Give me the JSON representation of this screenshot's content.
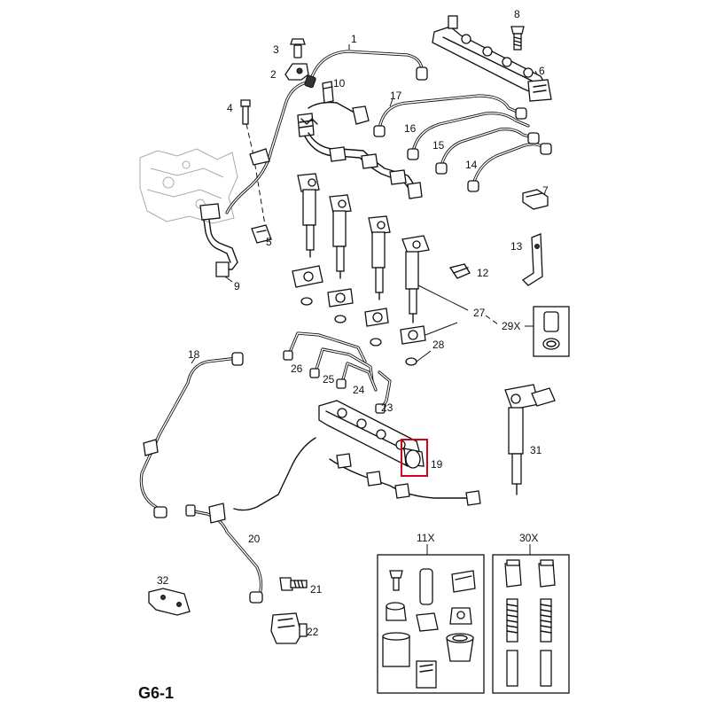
{
  "diagram": {
    "page_code": "G6-1",
    "highlight_color": "#d0021b",
    "callouts": {
      "c1": "1",
      "c2": "2",
      "c3": "3",
      "c4": "4",
      "c5": "5",
      "c6": "6",
      "c7": "7",
      "c8": "8",
      "c9": "9",
      "c10": "10",
      "c12": "12",
      "c13": "13",
      "c14": "14",
      "c15": "15",
      "c16": "16",
      "c17": "17",
      "c18": "18",
      "c19": "19",
      "c20": "20",
      "c21": "21",
      "c22": "22",
      "c23": "23",
      "c24": "24",
      "c25": "25",
      "c26": "26",
      "c27": "27",
      "c28": "28",
      "c29x": "29X",
      "c30x": "30X",
      "c31": "31",
      "c32": "32",
      "c11x": "11X"
    }
  }
}
